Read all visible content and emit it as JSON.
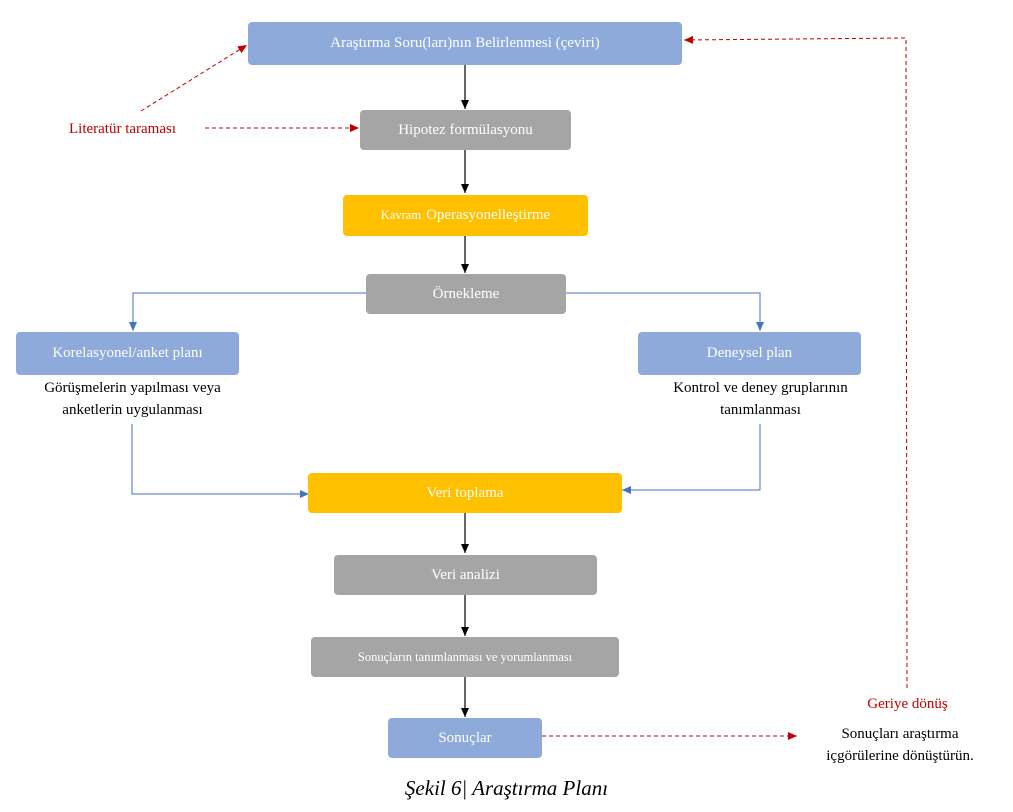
{
  "steps": {
    "question": "Araştırma Soru(ları)nın Belirlenmesi (çeviri)",
    "hypothesis": "Hipotez formülasyonu",
    "operationalization_prefix": "Kavram",
    "operationalization_main": "Operasyonelleştirme",
    "sampling": "Örnekleme",
    "correlational": "Korelasyonel/anket planı",
    "experimental": "Deneysel plan",
    "data_collection": "Veri toplama",
    "data_analysis": "Veri analizi",
    "interpretation": "Sonuçların tanımlanması ve yorumlanması",
    "results": "Sonuçlar"
  },
  "notes": {
    "literature_review": "Literatür taraması",
    "correlational_line1": "Görüşmelerin yapılması veya",
    "correlational_line2": "anketlerin uygulanması",
    "experimental_line1": "Kontrol ve deney gruplarının",
    "experimental_line2": "tanımlanması",
    "feedback_label": "Geriye dönüş",
    "feedback_line1": "Sonuçları araştırma",
    "feedback_line2": "içgörülerine dönüştürün."
  },
  "caption": "Şekil 6| Araştırma Planı",
  "colors": {
    "blue_box": "#8eaadb",
    "grey_box": "#a5a5a5",
    "gold_box": "#ffc000",
    "blue_line": "#4472c4",
    "red_dashed": "#c00000"
  }
}
